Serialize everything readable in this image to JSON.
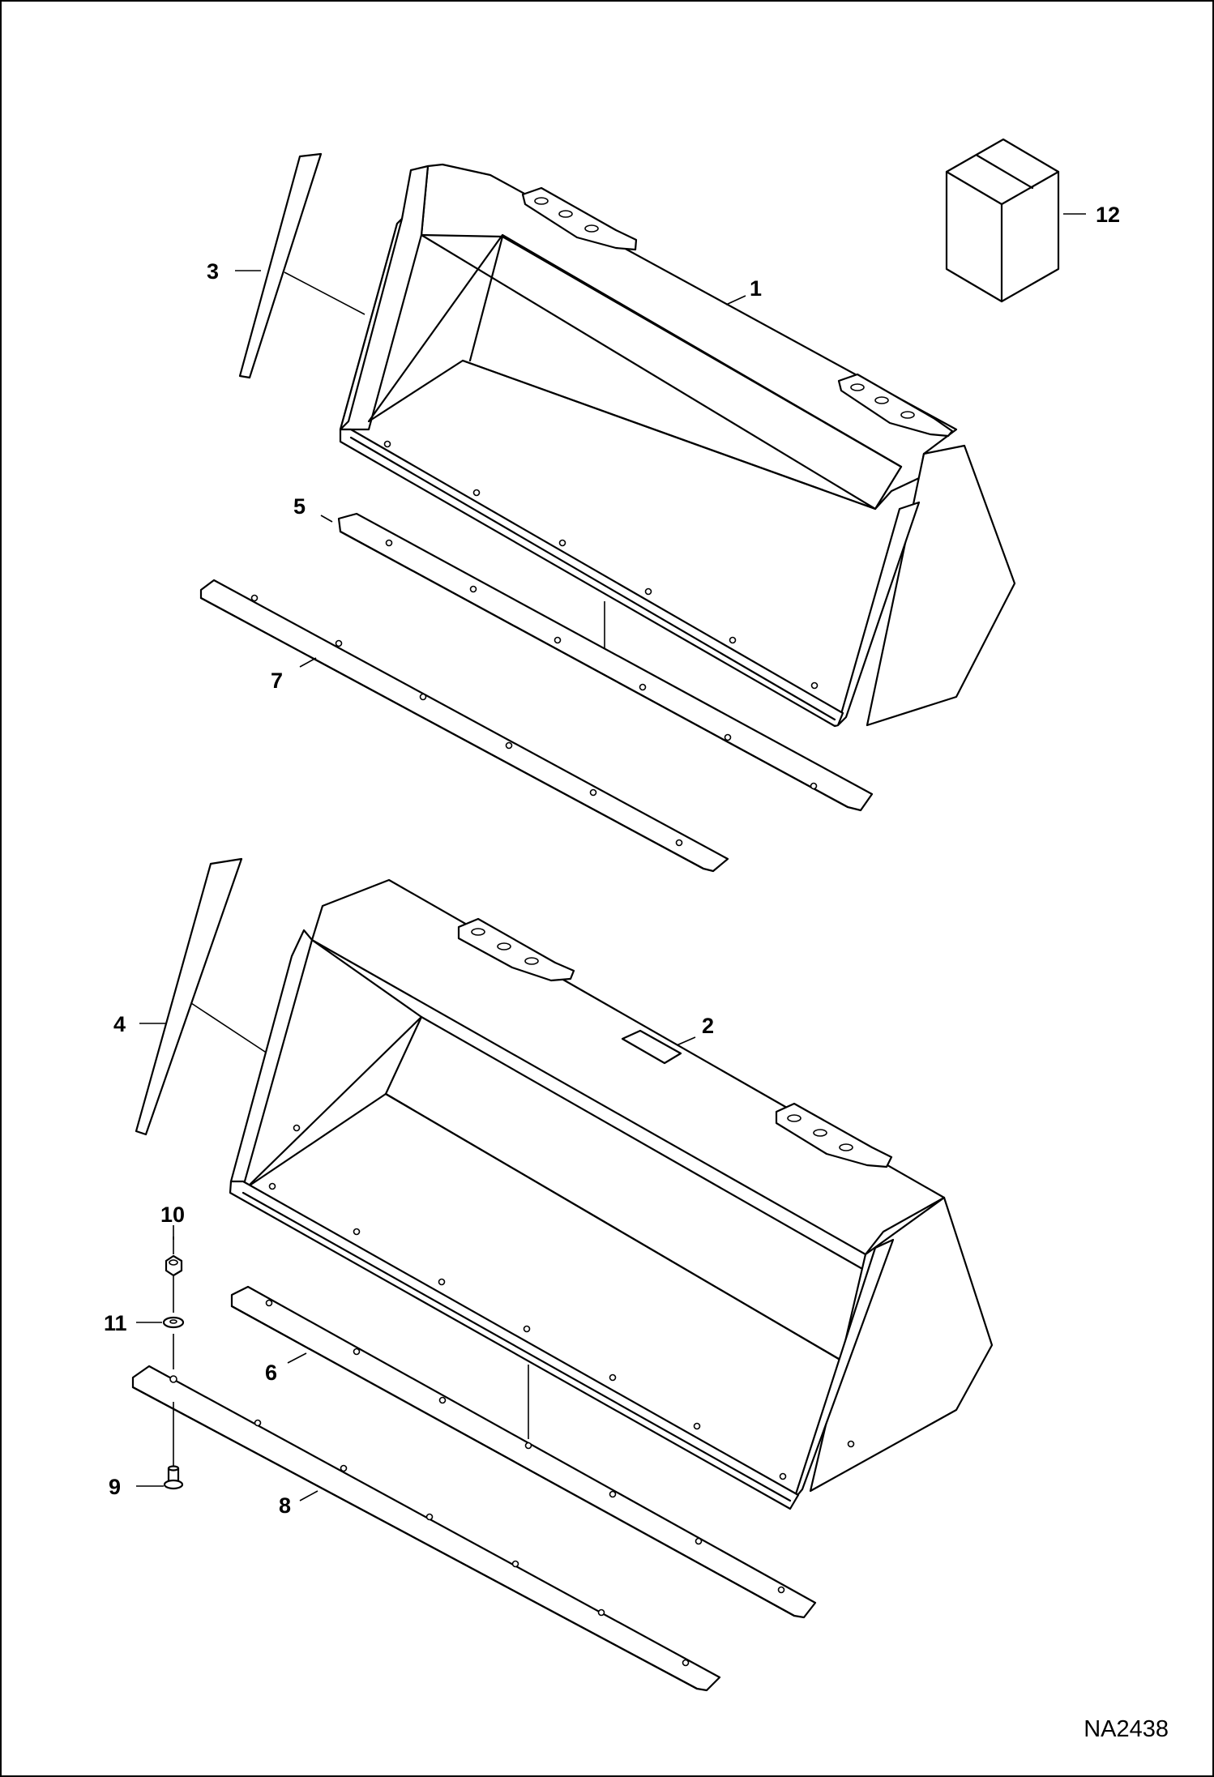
{
  "drawing_number": "NA2438",
  "callouts": [
    {
      "id": "1",
      "label": "1"
    },
    {
      "id": "2",
      "label": "2"
    },
    {
      "id": "3",
      "label": "3"
    },
    {
      "id": "4",
      "label": "4"
    },
    {
      "id": "5",
      "label": "5"
    },
    {
      "id": "6",
      "label": "6"
    },
    {
      "id": "7",
      "label": "7"
    },
    {
      "id": "8",
      "label": "8"
    },
    {
      "id": "9",
      "label": "9"
    },
    {
      "id": "10",
      "label": "10"
    },
    {
      "id": "11",
      "label": "11"
    },
    {
      "id": "12",
      "label": "12"
    }
  ]
}
